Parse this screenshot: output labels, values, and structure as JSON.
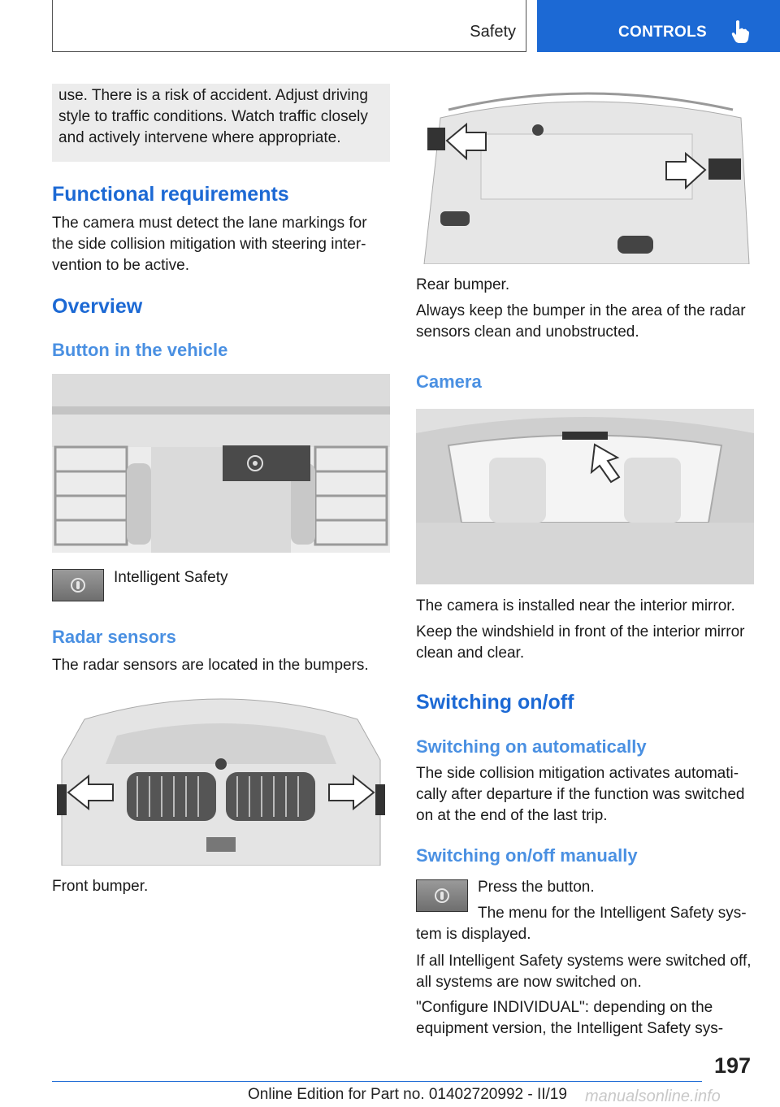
{
  "header": {
    "section": "Safety",
    "chapter": "CONTROLS",
    "chapter_icon": "pointing-hand-icon",
    "tab_color": "#1c69d4"
  },
  "left": {
    "warning_text": [
      "use. There is a risk of accident. Adjust driving",
      "style to traffic conditions. Watch traffic closely",
      "and actively intervene where appropriate."
    ],
    "functional_requirements": {
      "heading": "Functional requirements",
      "text": [
        "The camera must detect the lane markings for",
        "the side collision mitigation with steering inter-",
        "vention to be active."
      ]
    },
    "overview_heading": "Overview",
    "button_in_vehicle_heading": "Button in the vehicle",
    "intelligent_safety_label": "Intelligent Safety",
    "radar_sensors": {
      "heading": "Radar sensors",
      "text": "The radar sensors are located in the bumpers."
    },
    "front_bumper_caption": "Front bumper."
  },
  "right": {
    "rear_bumper_caption": "Rear bumper.",
    "rear_bumper_text": [
      "Always keep the bumper in the area of the radar",
      "sensors clean and unobstructed."
    ],
    "camera_heading": "Camera",
    "camera_text_1": "The camera is installed near the interior mirror.",
    "camera_text_2": [
      "Keep the windshield in front of the interior mirror",
      "clean and clear."
    ],
    "switching_heading": "Switching on/off",
    "auto_heading": "Switching on automatically",
    "auto_text": [
      "The side collision mitigation activates automati-",
      "cally after departure if the function was switched",
      "on at the end of the last trip."
    ],
    "manual_heading": "Switching on/off manually",
    "press_button": "Press the button.",
    "menu_text_1": "The menu for the Intelligent Safety sys-",
    "menu_text_2": "tem is displayed.",
    "all_off_text": [
      "If all Intelligent Safety systems were switched off,",
      "all systems are now switched on."
    ],
    "configure_text": [
      "\"Configure INDIVIDUAL\": depending on the",
      "equipment version, the Intelligent Safety sys-"
    ]
  },
  "footer": {
    "page_number": "197",
    "edition": "Online Edition for Part no. 01402720992 - II/19",
    "watermark": "manualsonline.info"
  }
}
